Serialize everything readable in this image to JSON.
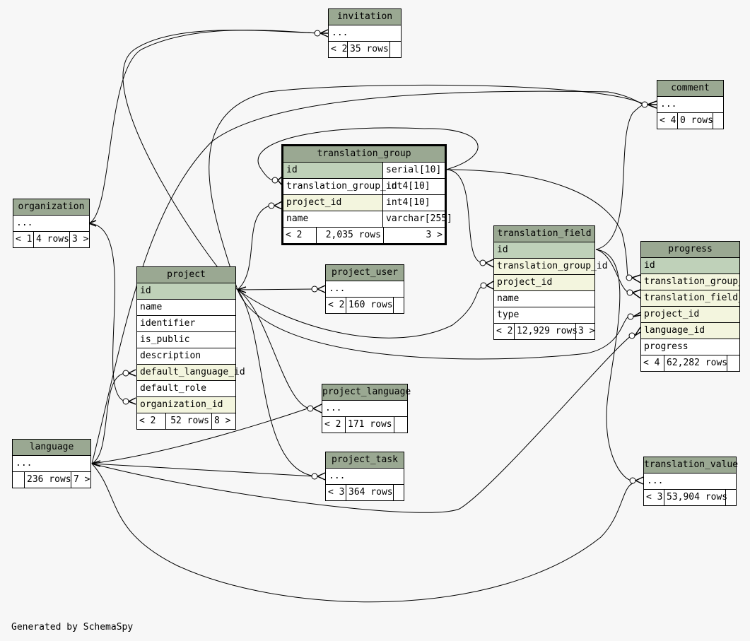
{
  "footer": "Generated by SchemaSpy",
  "tables": {
    "invitation": {
      "name": "invitation",
      "ellipsis": "...",
      "parents": "< 2",
      "rows": "35 rows",
      "children": ""
    },
    "comment": {
      "name": "comment",
      "ellipsis": "...",
      "parents": "< 4",
      "rows": "0 rows",
      "children": ""
    },
    "organization": {
      "name": "organization",
      "ellipsis": "...",
      "parents": "< 1",
      "rows": "4 rows",
      "children": "3 >"
    },
    "language": {
      "name": "language",
      "ellipsis": "...",
      "parents": "",
      "rows": "236 rows",
      "children": "7 >"
    },
    "project_user": {
      "name": "project_user",
      "ellipsis": "...",
      "parents": "< 2",
      "rows": "160 rows",
      "children": ""
    },
    "project_language": {
      "name": "project_language",
      "ellipsis": "...",
      "parents": "< 2",
      "rows": "171 rows",
      "children": ""
    },
    "project_task": {
      "name": "project_task",
      "ellipsis": "...",
      "parents": "< 3",
      "rows": "364 rows",
      "children": ""
    },
    "translation_value": {
      "name": "translation_value",
      "ellipsis": "...",
      "parents": "< 3",
      "rows": "53,904 rows",
      "children": ""
    },
    "translation_group": {
      "name": "translation_group",
      "columns": [
        {
          "name": "id",
          "type": "serial[10]"
        },
        {
          "name": "translation_group_id",
          "type": "int4[10]"
        },
        {
          "name": "project_id",
          "type": "int4[10]"
        },
        {
          "name": "name",
          "type": "varchar[255]"
        }
      ],
      "parents": "< 2",
      "rows": "2,035 rows",
      "children": "3 >"
    },
    "project": {
      "name": "project",
      "columns": [
        "id",
        "name",
        "identifier",
        "is_public",
        "description",
        "default_language_id",
        "default_role",
        "organization_id"
      ],
      "parents": "< 2",
      "rows": "52 rows",
      "children": "8 >"
    },
    "translation_field": {
      "name": "translation_field",
      "columns": [
        "id",
        "translation_group_id",
        "project_id",
        "name",
        "type"
      ],
      "parents": "< 2",
      "rows": "12,929 rows",
      "children": "3 >"
    },
    "progress": {
      "name": "progress",
      "columns": [
        "id",
        "translation_group_id",
        "translation_field_id",
        "project_id",
        "language_id",
        "progress"
      ],
      "parents": "< 4",
      "rows": "62,282 rows",
      "children": ""
    }
  }
}
